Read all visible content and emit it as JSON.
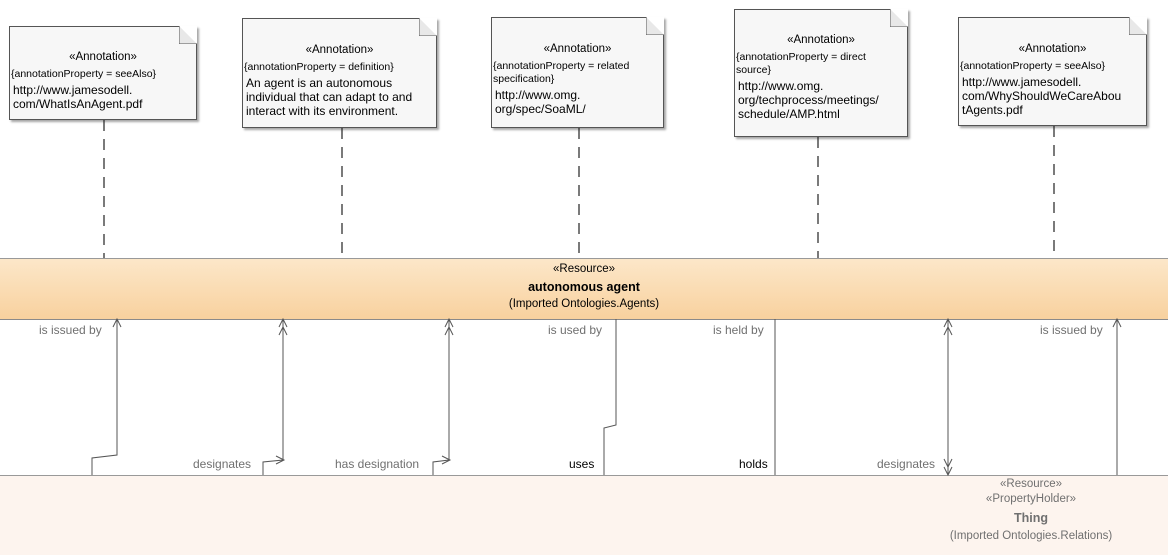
{
  "annotations": [
    {
      "stereotype": "«Annotation»",
      "property": "{annotationProperty = seeAlso}",
      "body": "http://www.jamesodell.\ncom/WhatIsAnAgent.pdf"
    },
    {
      "stereotype": "«Annotation»",
      "property": "{annotationProperty = definition}",
      "body": "An agent is an autonomous\nindividual that can adapt to and\ninteract with its environment."
    },
    {
      "stereotype": "«Annotation»",
      "property": "{annotationProperty = related\nspecification}",
      "body": "http://www.omg.\norg/spec/SoaML/"
    },
    {
      "stereotype": "«Annotation»",
      "property": "{annotationProperty = direct\nsource}",
      "body": "http://www.omg.\norg/techprocess/meetings/\nschedule/AMP.html"
    },
    {
      "stereotype": "«Annotation»",
      "property": "{annotationProperty = seeAlso}",
      "body": "http://www.jamesodell.\ncom/WhyShouldWeCareAbou\ntAgents.pdf"
    }
  ],
  "agent_class": {
    "stereotype": "«Resource»",
    "name": "autonomous agent",
    "package": "(Imported Ontologies.Agents)"
  },
  "thing_class": {
    "stereotype1": "«Resource»",
    "stereotype2": "«PropertyHolder»",
    "name": "Thing",
    "package": "(Imported Ontologies.Relations)"
  },
  "top_labels": {
    "is_issued_by_1": "is issued by",
    "is_used_by": "is used by",
    "is_held_by": "is held by",
    "is_issued_by_2": "is issued by"
  },
  "bottom_labels": {
    "designates_1": "designates",
    "has_designation": "has designation",
    "uses": "uses",
    "holds": "holds",
    "designates_2": "designates"
  }
}
